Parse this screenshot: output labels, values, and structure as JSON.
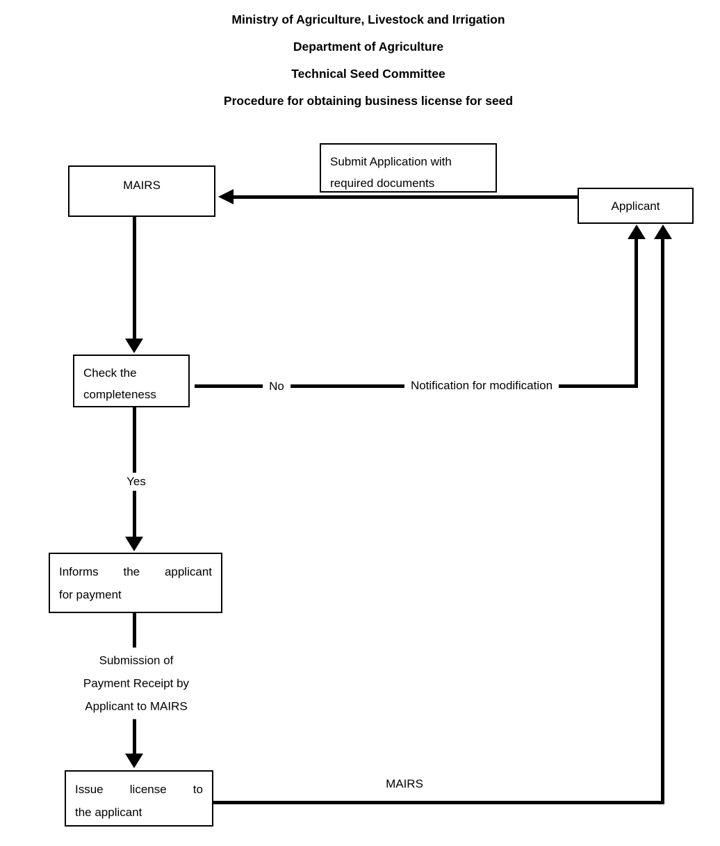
{
  "titles": [
    "Ministry of Agriculture, Livestock and Irrigation",
    "Department of Agriculture",
    "Technical Seed Committee",
    "Procedure for obtaining business license for seed"
  ],
  "boxes": {
    "mairs": {
      "label": "MAIRS"
    },
    "submit_application": {
      "line1": "Submit Application with",
      "line2": "required documents"
    },
    "applicant": {
      "label": "Applicant"
    },
    "check_completeness": {
      "line1": "Check the",
      "line2": "completeness"
    },
    "informs_payment": {
      "line1": "Informs the applicant",
      "line2": "for payment"
    },
    "issue_license": {
      "line1": "Issue license to",
      "line2": "the applicant"
    }
  },
  "edge_labels": {
    "no": "No",
    "yes": "Yes",
    "notification": "Notification for modification",
    "submission_line1": "Submission of",
    "submission_line2": "Payment Receipt by",
    "submission_line3": "Applicant to MAIRS",
    "mairs_return": "MAIRS"
  },
  "colors": {
    "line": "#000000",
    "text": "#000000",
    "background": "#ffffff"
  }
}
